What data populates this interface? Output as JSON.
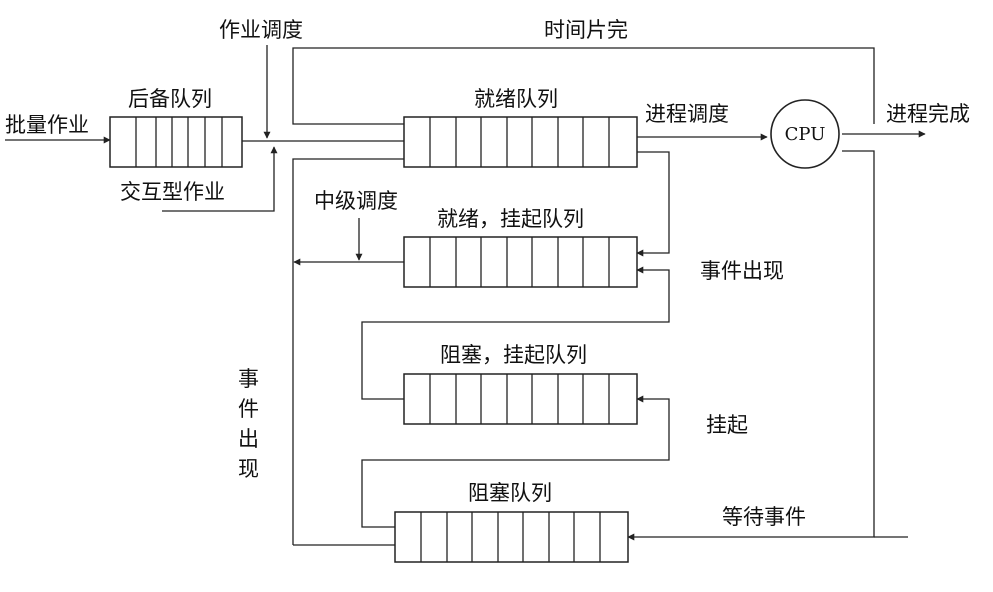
{
  "labels": {
    "job_scheduling": "作业调度",
    "time_slice_done": "时间片完",
    "backup_queue": "后备队列",
    "batch_jobs": "批量作业",
    "interactive_jobs": "交互型作业",
    "ready_queue": "就绪队列",
    "process_scheduling": "进程调度",
    "cpu": "CPU",
    "process_done": "进程完成",
    "mid_scheduling": "中级调度",
    "ready_suspended_queue": "就绪，挂起队列",
    "event_occurs_right": "事件出现",
    "blocked_suspended_queue": "阻塞，挂起队列",
    "suspend": "挂起",
    "blocked_queue": "阻塞队列",
    "wait_event": "等待事件",
    "event_occurs_vertical": [
      "事",
      "件",
      "出",
      "现"
    ]
  }
}
